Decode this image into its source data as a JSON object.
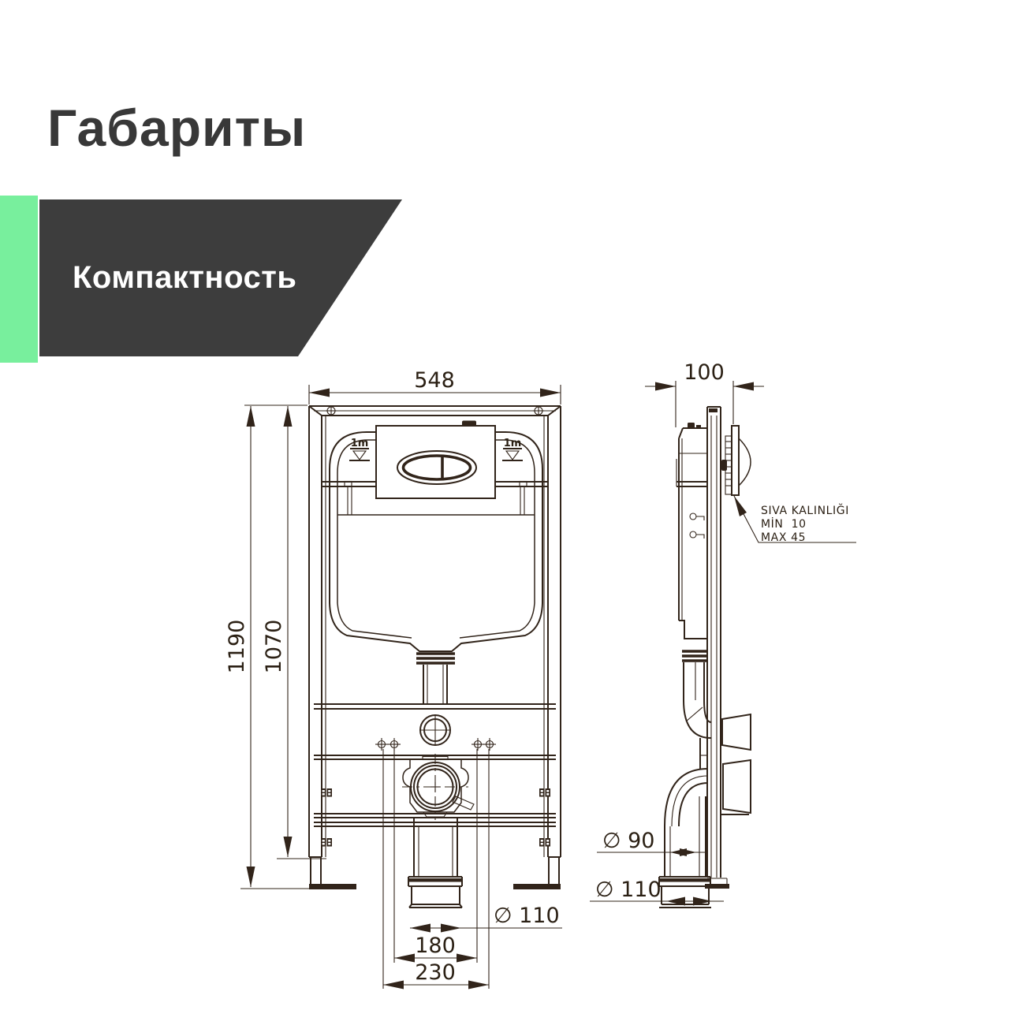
{
  "page": {
    "title": "Габариты"
  },
  "banner": {
    "label": "Компактность"
  },
  "colors": {
    "accent_green": "#78EF9D",
    "banner_gray": "#3D3D3D",
    "ink": "#31241A",
    "title_gray": "#383838"
  },
  "front_view": {
    "label": "front-view",
    "dimensions": {
      "overall_width": "548",
      "overall_height": "1190",
      "frame_height": "1070",
      "fixing_span_inner": "180",
      "fixing_span_outer": "230",
      "outlet_diameter": "∅ 110"
    },
    "level_marks": {
      "left": "1m",
      "right": "1m"
    }
  },
  "side_view": {
    "label": "side-view",
    "dimensions": {
      "frame_depth": "100",
      "flush_pipe_diameter": "∅ 90",
      "outlet_diameter": "∅ 110"
    },
    "plaster_note": {
      "line1": "SIVA KALINLIĞI",
      "line2": "MİN  10",
      "line3": "MAX 45"
    }
  }
}
